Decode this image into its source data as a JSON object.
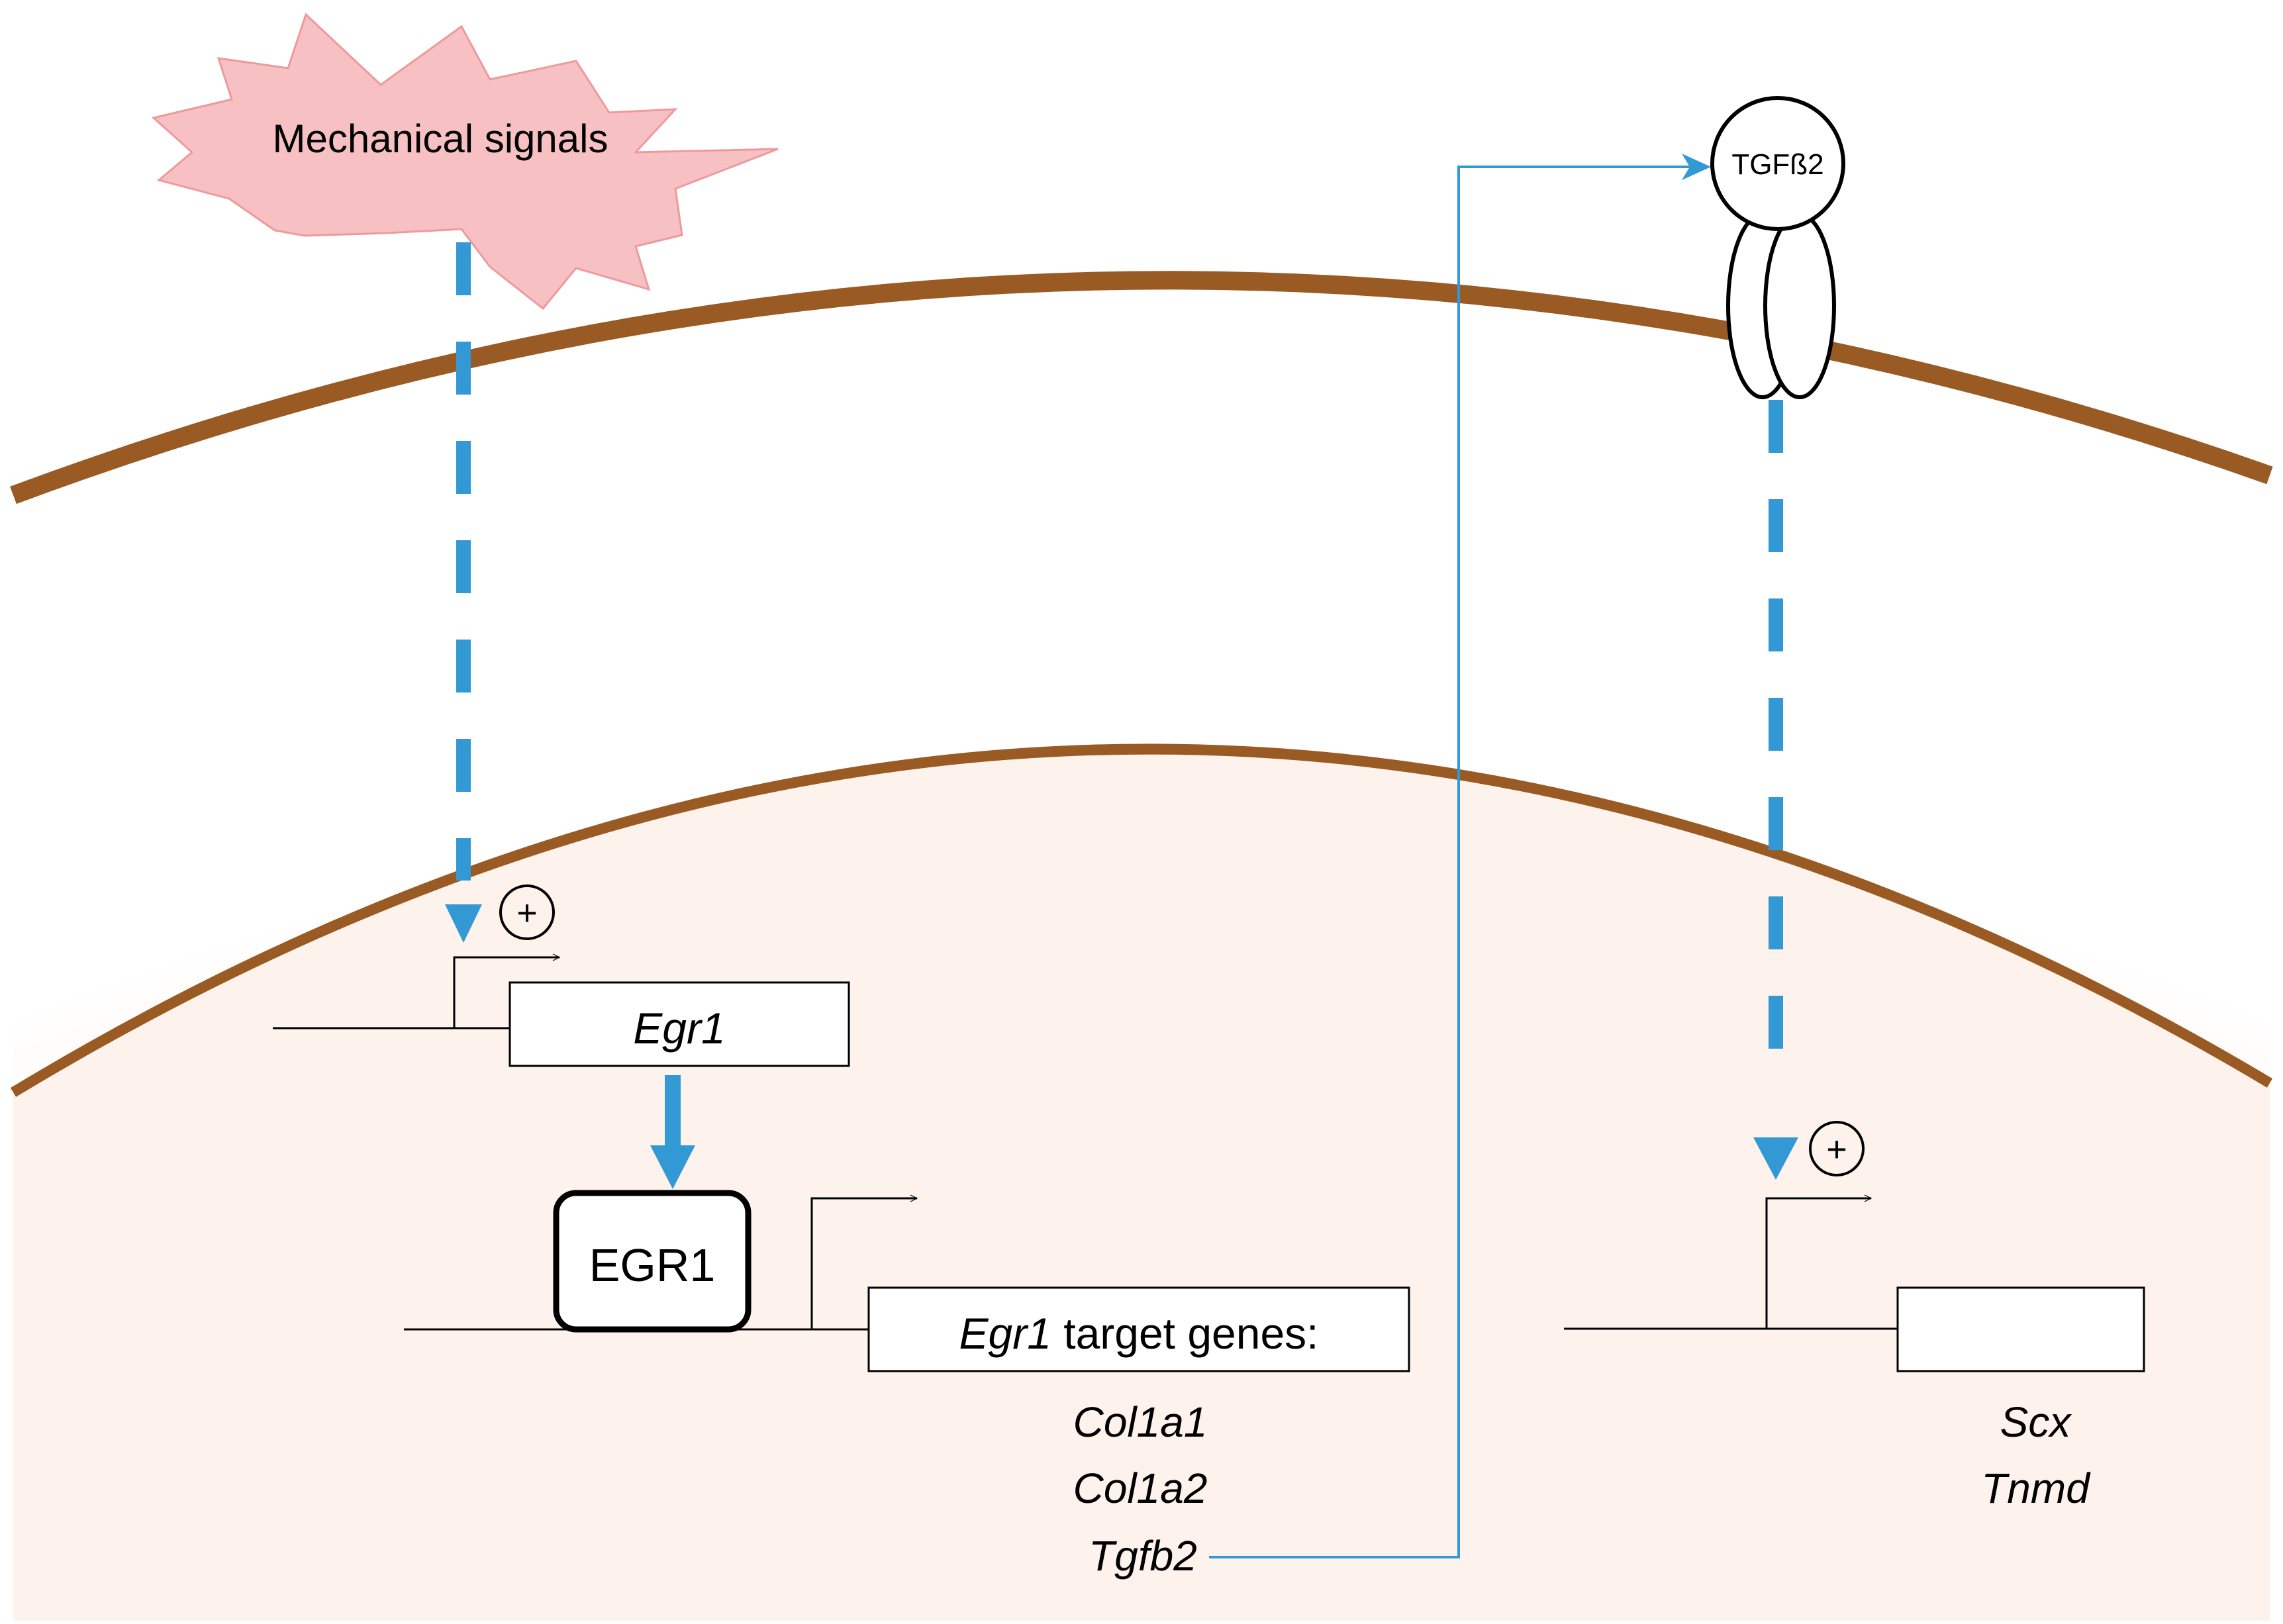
{
  "stimulus": {
    "label": "Mechanical signals"
  },
  "receptor": {
    "ligand_label": "TGFß2"
  },
  "activation_symbol": "+",
  "egr1_gene": {
    "label": "Egr1"
  },
  "egr1_protein": {
    "label": "EGR1"
  },
  "target_gene_box": {
    "gene_label": "Egr1",
    "suffix": " target genes:"
  },
  "target_genes": [
    "Col1a1",
    "Col1a2",
    "Tgfb2"
  ],
  "downstream_genes": [
    "Scx",
    "Tnmd"
  ],
  "colors": {
    "membrane": "#9a5a23",
    "nuclear_envelope": "#9a5a23",
    "cytoplasm_gradient": "#f3b58b",
    "nucleus_fill": "#fdf2ec",
    "stimulus_fill": "#f7c1c3",
    "stimulus_stroke": "#ee9a9c",
    "signal_arrow": "#3399d4"
  }
}
